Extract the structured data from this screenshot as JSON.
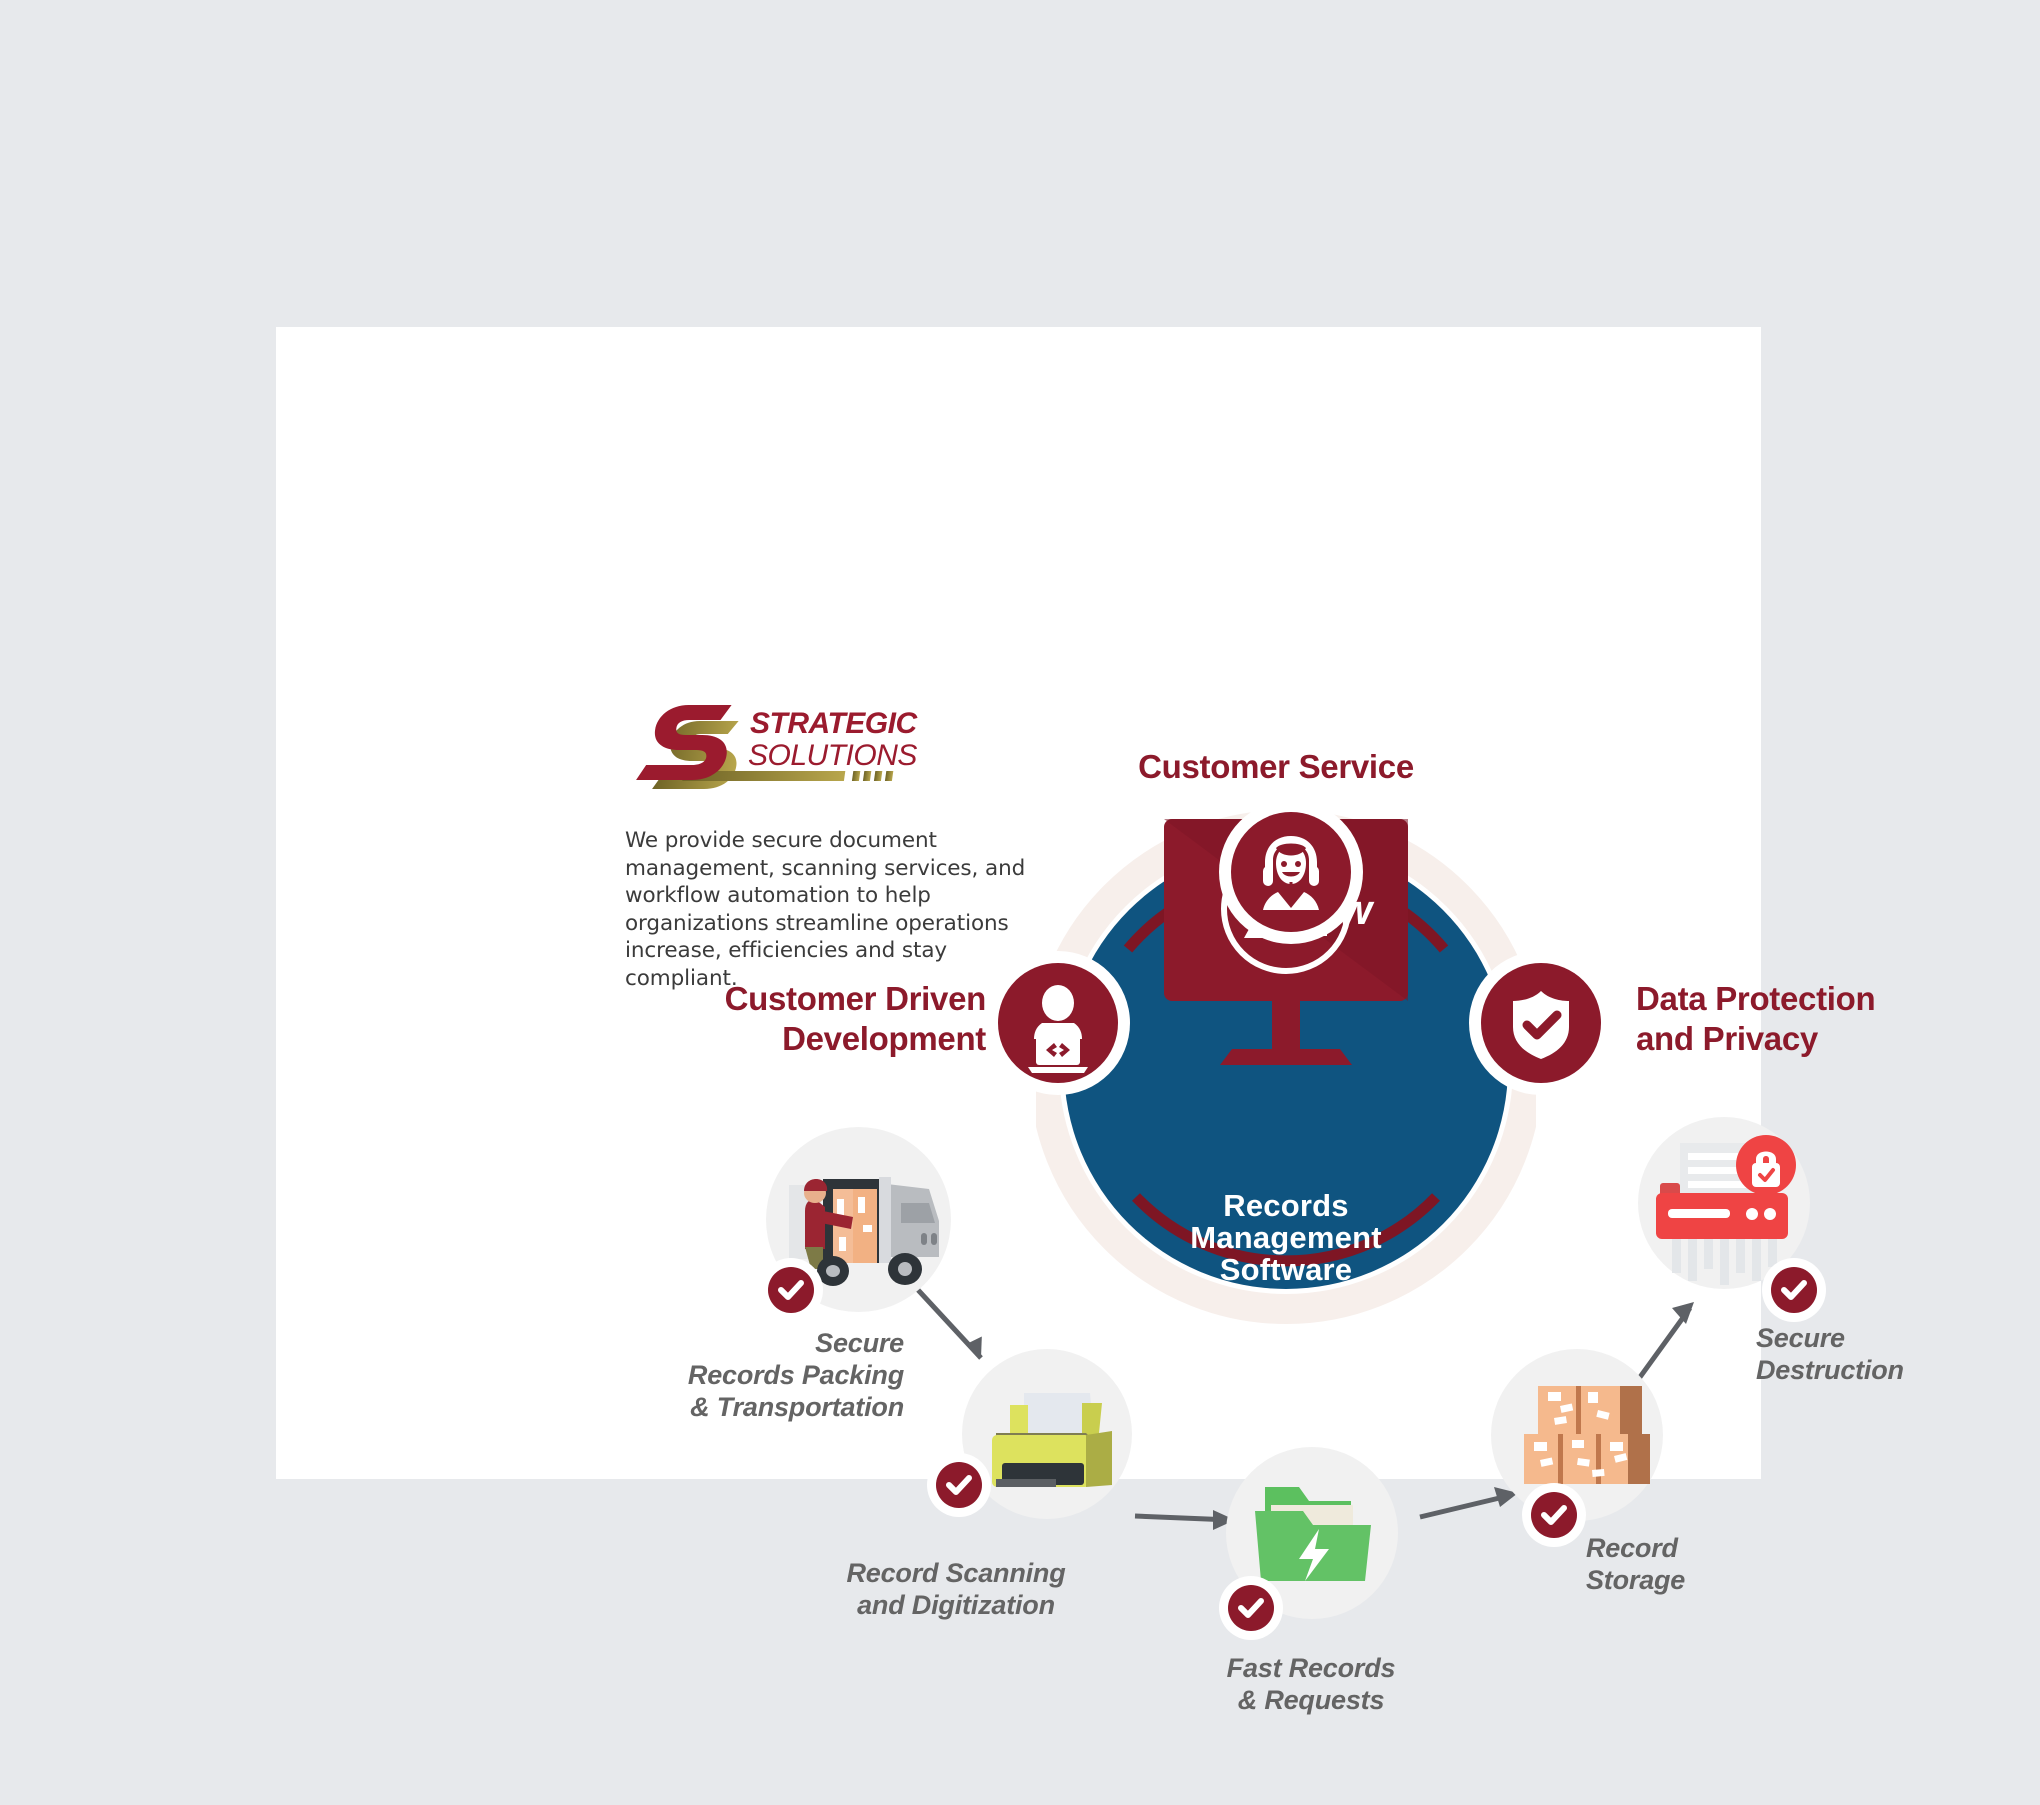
{
  "brand": {
    "logo_primary": "STRATEGIC",
    "logo_secondary": "SOLUTIONS",
    "logo_mark": "double-s-swoosh",
    "tagline": "We provide secure document management, scanning services, and workflow automation to help organizations streamline operations increase, efficiencies and stay compliant.",
    "colors": {
      "red": "#8c1a2b",
      "gold": "#8a7b2e",
      "blue": "#0f5480",
      "cream_ring": "#f7efeb",
      "gray_text": "#646464",
      "step_circle": "#f1f1f1"
    }
  },
  "hub": {
    "label_line1": "Records",
    "label_line2": "Management",
    "label_line3": "Software",
    "product_logo": "SView",
    "monitor_icon": "desktop-monitor-icon"
  },
  "pillars": [
    {
      "id": "customer-service",
      "label_line1": "Customer Service",
      "label_line2": "",
      "icon": "headset-agent-icon"
    },
    {
      "id": "customer-driven-development",
      "label_line1": "Customer Driven",
      "label_line2": "Development",
      "icon": "developer-laptop-code-icon"
    },
    {
      "id": "data-protection-and-privacy",
      "label_line1": "Data Protection",
      "label_line2": "and Privacy",
      "icon": "shield-check-icon"
    }
  ],
  "steps": [
    {
      "id": "secure-records-packing",
      "label_line1": "Secure",
      "label_line2": "Records Packing",
      "label_line3": "& Transportation",
      "icon": "delivery-truck-loading-icon",
      "badge": "check-badge"
    },
    {
      "id": "record-scanning-and-digitization",
      "label_line1": "Record Scanning",
      "label_line2": "and Digitization",
      "label_line3": "",
      "icon": "scanner-printer-icon",
      "badge": "check-badge"
    },
    {
      "id": "fast-records-and-requests",
      "label_line1": "Fast Records",
      "label_line2": "& Requests",
      "label_line3": "",
      "icon": "folder-lightning-icon",
      "badge": "check-badge"
    },
    {
      "id": "record-storage",
      "label_line1": "Record",
      "label_line2": "Storage",
      "label_line3": "",
      "icon": "stacked-boxes-icon",
      "badge": "check-badge"
    },
    {
      "id": "secure-destruction",
      "label_line1": "Secure",
      "label_line2": "Destruction",
      "label_line3": "",
      "icon": "paper-shredder-lock-icon",
      "badge": "check-badge"
    }
  ]
}
